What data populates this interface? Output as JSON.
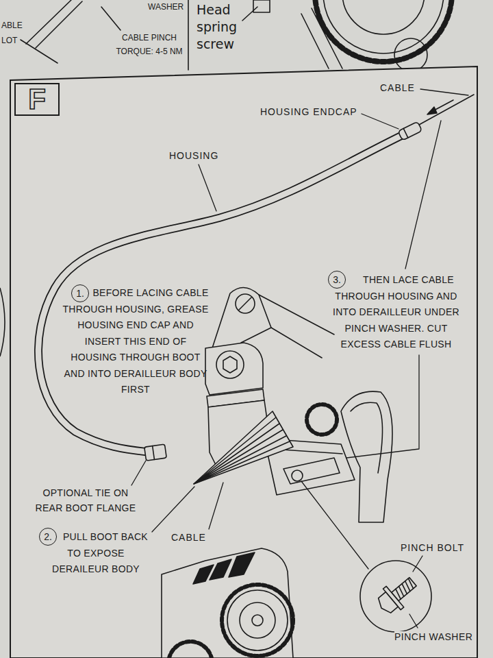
{
  "diagram": {
    "nodes": [
      {
        "text": [
          "F"
        ]
      },
      {
        "text": [
          "1."
        ]
      },
      {
        "text": [
          "3."
        ]
      },
      {
        "text": [
          "2."
        ]
      }
    ],
    "labels": [
      "ABLE",
      "LOT",
      "WASHER",
      "CABLE PINCH TORQUE: 4-5 NM",
      "Head spring screw",
      "CABLE",
      "HOUSING ENDCAP",
      "HOUSING",
      "BEFORE LACING CABLE THROUGH HOUSING, GREASE HOUSING END CAP AND INSERT THIS END OF HOUSING THROUGH BOOT AND INTO DERAILLEUR BODY FIRST",
      "THEN LACE CABLE THROUGH HOUSING AND INTO DERAILLEUR UNDER PINCH WASHER. CUT EXCESS CABLE FLUSH",
      "OPTIONAL TIE ON REAR BOOT FLANGE",
      "PULL BOOT BACK TO EXPOSE DERAILEUR BODY",
      "CABLE",
      "PINCH BOLT",
      "PINCH WASHER"
    ]
  }
}
